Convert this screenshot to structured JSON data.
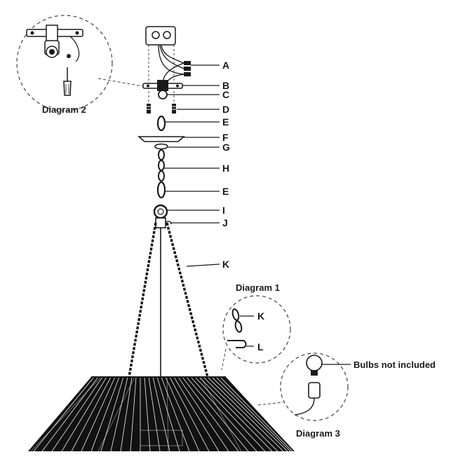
{
  "parts": {
    "A": "A",
    "B": "B",
    "C": "C",
    "D": "D",
    "E1": "E",
    "F": "F",
    "G": "G",
    "H": "H",
    "E2": "E",
    "I": "I",
    "J": "J",
    "K": "K"
  },
  "diagram1": {
    "caption": "Diagram 1",
    "K": "K",
    "L": "L"
  },
  "diagram2": {
    "caption": "Diagram 2"
  },
  "diagram3": {
    "caption": "Diagram 3",
    "note": "Bulbs not included"
  },
  "colors": {
    "ink": "#1a1a1a",
    "shade": "#111111",
    "dash": "#444444"
  }
}
